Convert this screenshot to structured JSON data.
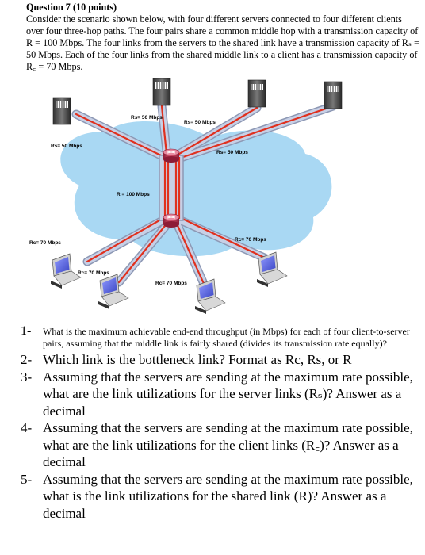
{
  "question": {
    "title": "Question 7 (10 points)",
    "intro": "Consider the scenario shown below, with four different servers connected to four different clients over four three-hop paths. The four pairs share a common middle hop with a transmission capacity of R = 100 Mbps. The four links from the servers to the shared link have a transmission capacity of Rₛ = 50 Mbps. Each of the four links from the shared middle link to a client has a transmission capacity of R꜀ = 70 Mbps."
  },
  "diagram": {
    "labels": {
      "rs_top_left": "Rs= 50 Mbps",
      "rs_top_right": "Rs= 50 Mbps",
      "rs_left": "Rs= 50 Mbps",
      "rs_right": "Rs= 50 Mbps",
      "r_middle": "R = 100 Mbps",
      "rc_left": "Rc= 70 Mbps",
      "rc_right": "Rc= 70 Mbps",
      "rc_bottom_left": "Rc= 70 Mbps",
      "rc_bottom": "Rc= 70 Mbps"
    },
    "colors": {
      "cloud": "#a9d8f3",
      "link": "#b7c2da",
      "path": "#e0301e",
      "router": "#c13050"
    }
  },
  "sub_questions": [
    {
      "num": "1-",
      "text": "What is the maximum achievable end-end throughput (in Mbps) for each of four client-to-server pairs, assuming that the middle link is fairly shared (divides its transmission rate equally)?"
    },
    {
      "num": "2-",
      "text": "Which link is the bottleneck link? Format as Rc, Rs, or R"
    },
    {
      "num": "3-",
      "text": "Assuming that the servers are sending at the maximum rate possible, what are the link utilizations for the server links (Rₛ)? Answer as a decimal"
    },
    {
      "num": "4-",
      "text": "Assuming that the servers are sending at the maximum rate possible, what are the link utilizations for the client links (R꜀)? Answer as a decimal"
    },
    {
      "num": "5-",
      "text": "Assuming that the servers are sending at the maximum rate possible, what is the link utilizations for the shared link (R)? Answer as a decimal"
    }
  ]
}
